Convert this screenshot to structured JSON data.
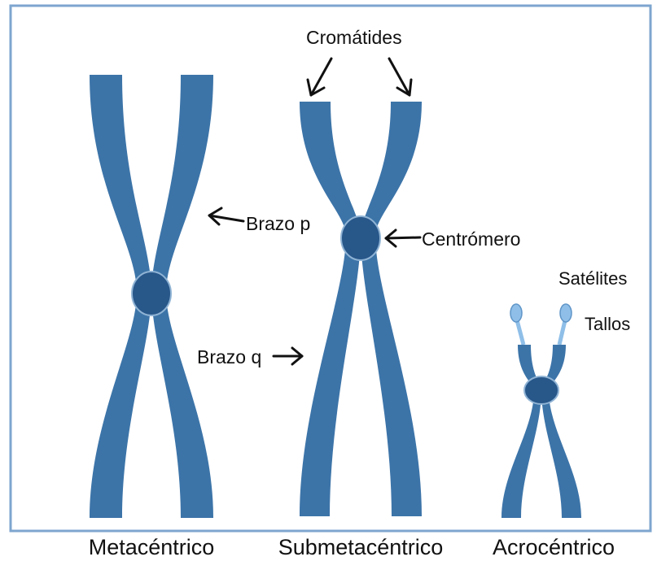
{
  "colors": {
    "chromosome": "#3c74a8",
    "centromere": "#28578a",
    "centromere_ring": "#8fb3d4",
    "satellite": "#8fbfe8",
    "frame": "#7ea6cf",
    "arrow": "#111111"
  },
  "labels": {
    "chromatids": "Cromátides",
    "arm_p": "Brazo p",
    "arm_q": "Brazo q",
    "centromere": "Centrómero",
    "satellites": "Satélites",
    "stalks": "Tallos"
  },
  "chromosome_types": [
    {
      "name": "Metacéntrico"
    },
    {
      "name": "Submetacéntrico"
    },
    {
      "name": "Acrocéntrico"
    }
  ]
}
